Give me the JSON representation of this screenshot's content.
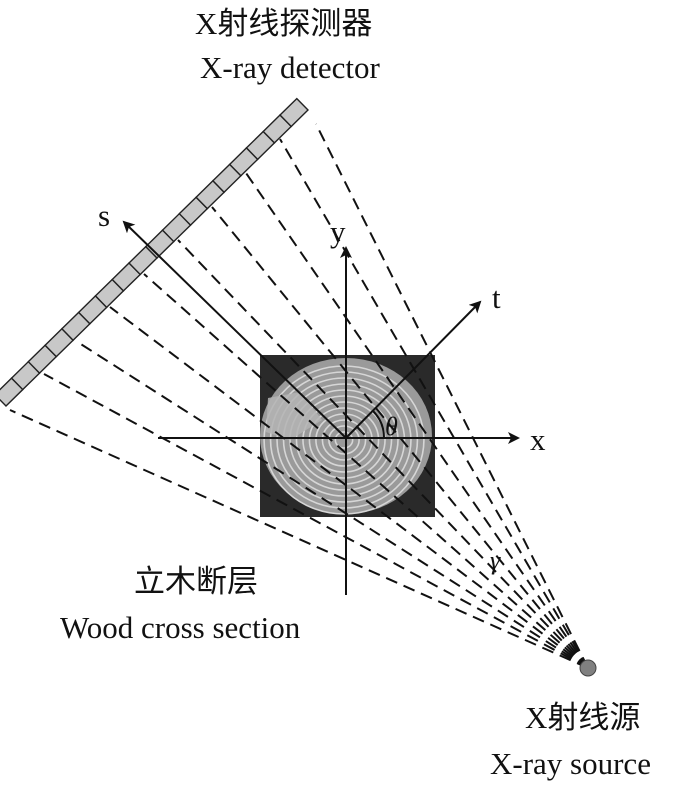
{
  "labels": {
    "detector_cn": "X射线探测器",
    "detector_en": "X-ray detector",
    "section_cn": "立木断层",
    "section_en": "Wood cross section",
    "source_cn": "X射线源",
    "source_en": "X-ray source"
  },
  "axes": {
    "x": "x",
    "y": "y",
    "s": "s",
    "t": "t",
    "theta": "θ",
    "gamma": "γ"
  },
  "colors": {
    "stroke": "#111111",
    "detector_fill": "#c8c8c8",
    "section_bg": "#2a2a2a",
    "source_dot": "#808080"
  },
  "detector_cell_count": 18
}
